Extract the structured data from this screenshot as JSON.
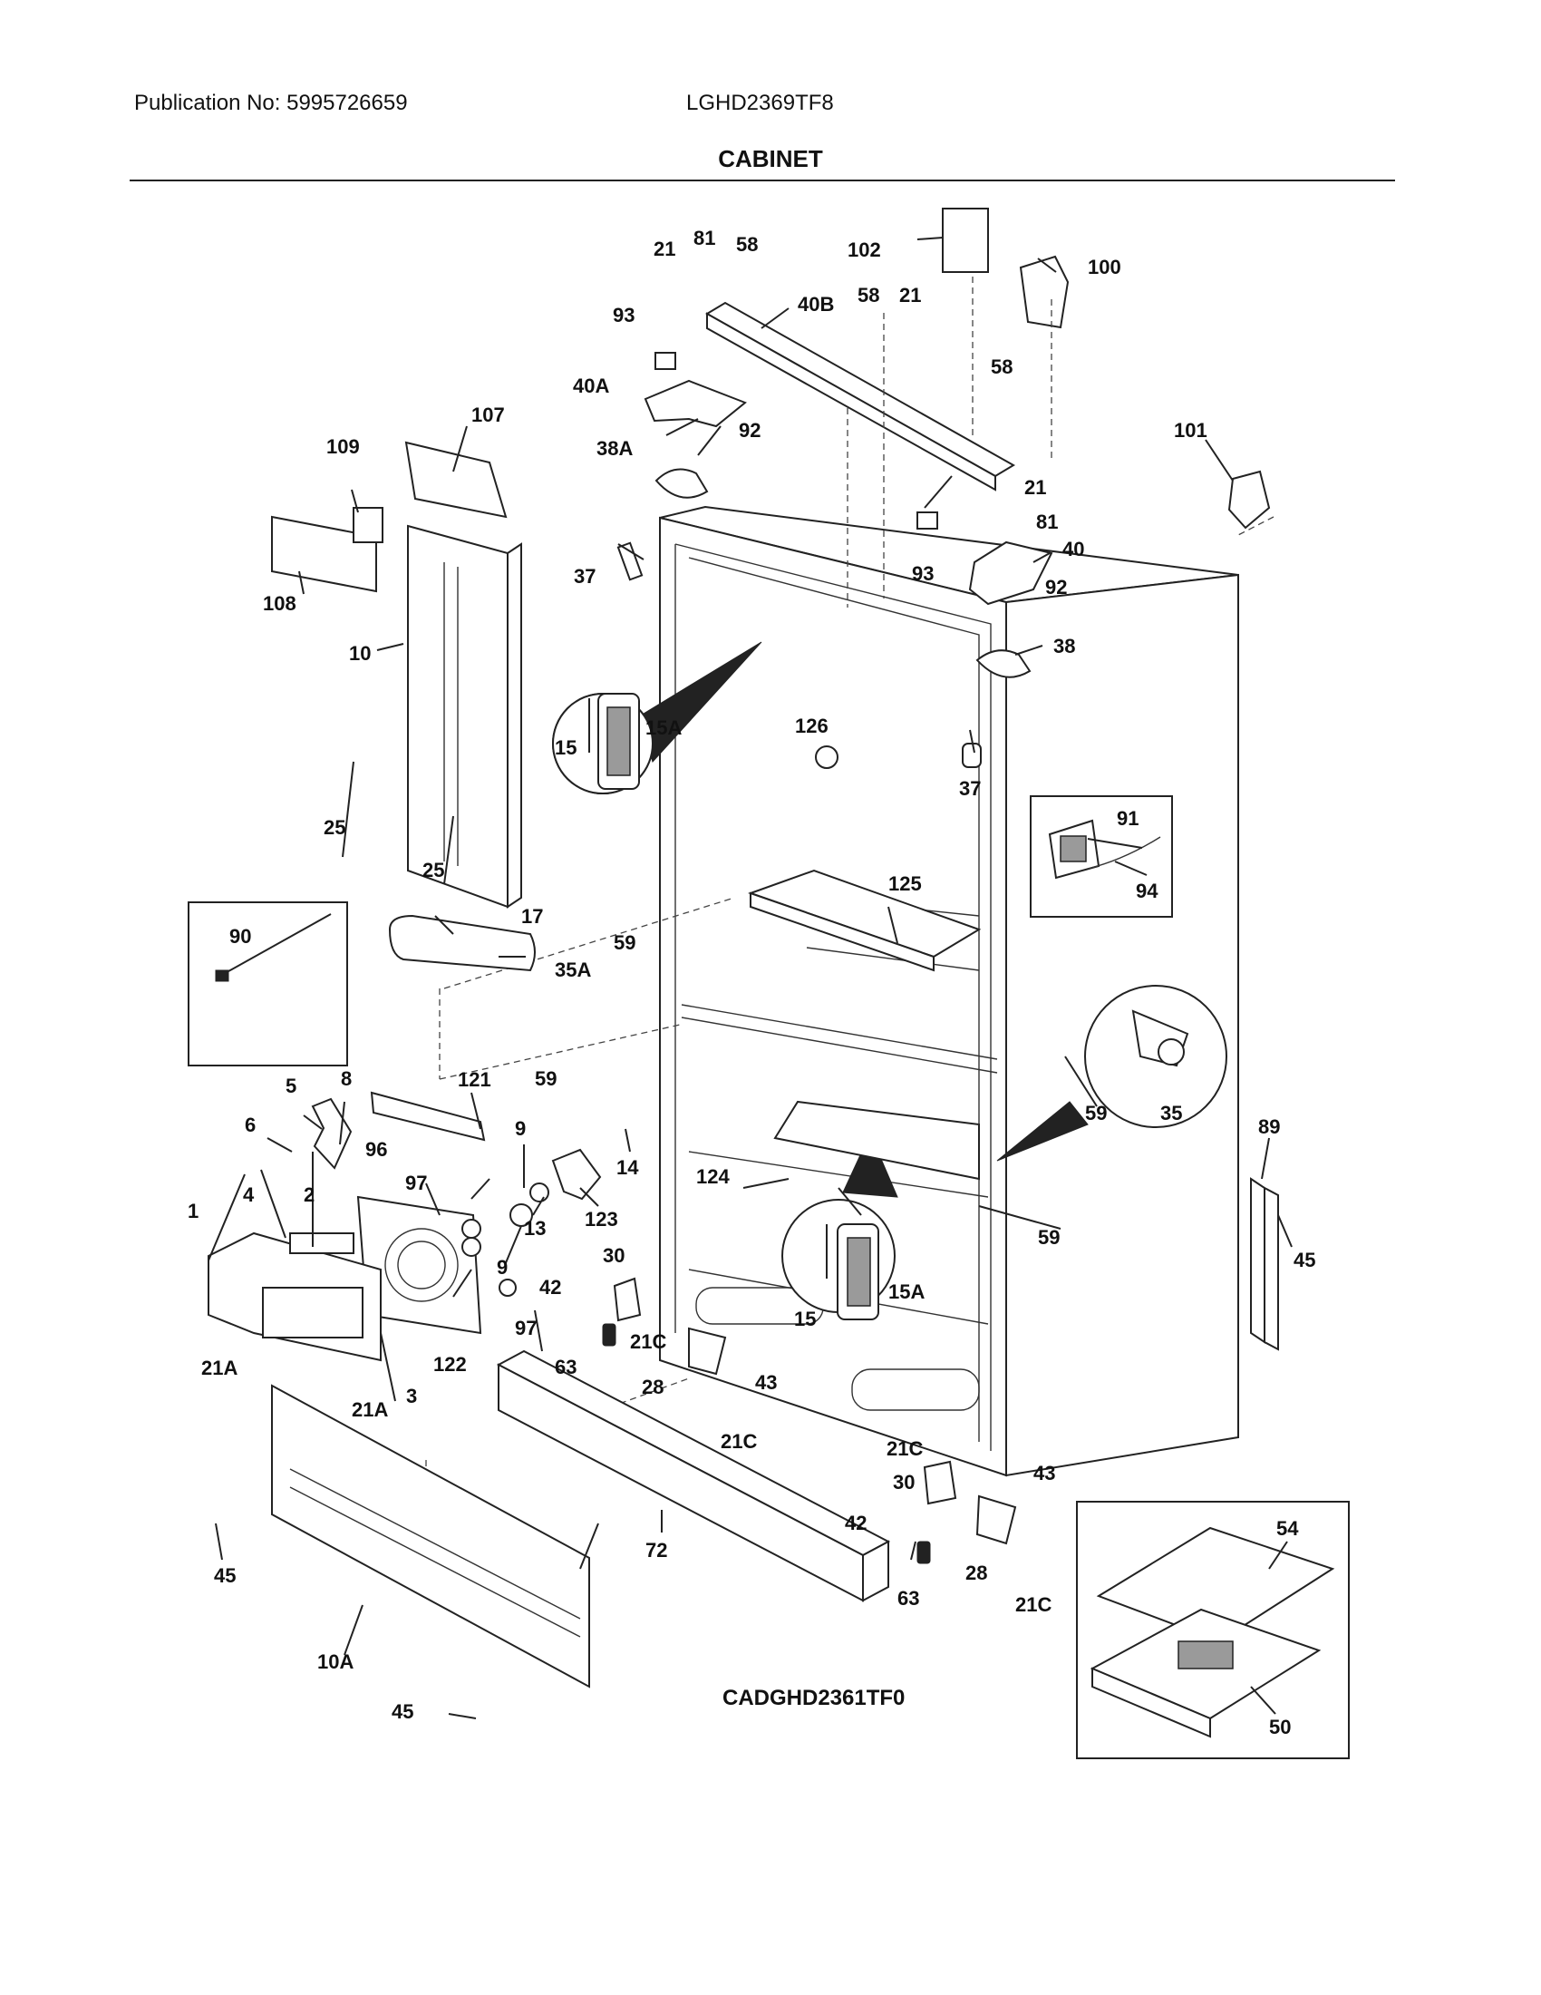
{
  "header": {
    "publication": "Publication No: 5995726659",
    "model": "LGHD2369TF8",
    "title": "CABINET"
  },
  "diagram_code": "CADGHD2361TF0",
  "callouts": {
    "c1": "1",
    "c2": "2",
    "c3": "3",
    "c4": "4",
    "c5": "5",
    "c6": "6",
    "c8": "8",
    "c9a": "9",
    "c9b": "9",
    "c10": "10",
    "c10A": "10A",
    "c13": "13",
    "c14": "14",
    "c15a": "15",
    "c15Aa": "15A",
    "c15b": "15",
    "c15Ab": "15A",
    "c17": "17",
    "c21a": "21",
    "c21b": "21",
    "c21c": "21",
    "c21Aa": "21A",
    "c21Ab": "21A",
    "c21Ca": "21C",
    "c21Cb": "21C",
    "c21Cc": "21C",
    "c21Cd": "21C",
    "c25a": "25",
    "c25b": "25",
    "c28a": "28",
    "c28b": "28",
    "c30a": "30",
    "c30b": "30",
    "c35": "35",
    "c35A": "35A",
    "c37a": "37",
    "c37b": "37",
    "c38": "38",
    "c38A": "38A",
    "c40": "40",
    "c40A": "40A",
    "c40B": "40B",
    "c42a": "42",
    "c42b": "42",
    "c43a": "43",
    "c43b": "43",
    "c45a": "45",
    "c45b": "45",
    "c45c": "45",
    "c50": "50",
    "c54": "54",
    "c58a": "58",
    "c58b": "58",
    "c58c": "58",
    "c59a": "59",
    "c59b": "59",
    "c59c": "59",
    "c59d": "59",
    "c63a": "63",
    "c63b": "63",
    "c72": "72",
    "c81a": "81",
    "c81b": "81",
    "c89": "89",
    "c90": "90",
    "c91": "91",
    "c92a": "92",
    "c92b": "92",
    "c93a": "93",
    "c93b": "93",
    "c94": "94",
    "c96": "96",
    "c97a": "97",
    "c97b": "97",
    "c100": "100",
    "c101": "101",
    "c102": "102",
    "c107": "107",
    "c108": "108",
    "c109": "109",
    "c121": "121",
    "c122": "122",
    "c123": "123",
    "c124": "124",
    "c125": "125",
    "c126": "126"
  }
}
